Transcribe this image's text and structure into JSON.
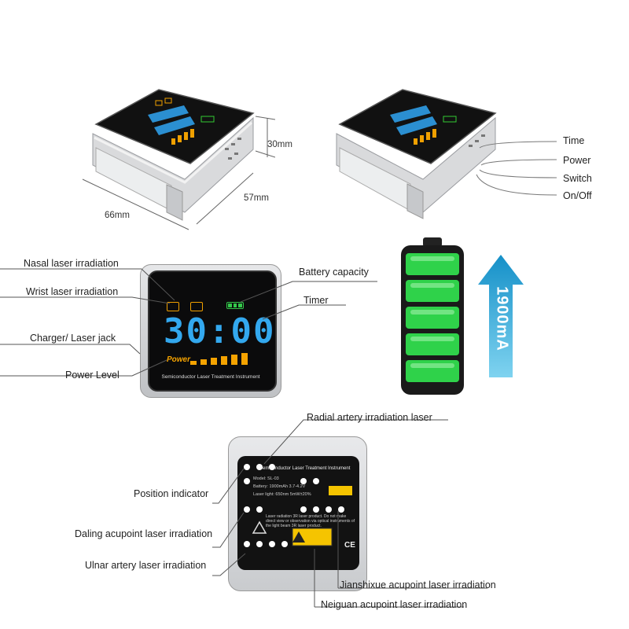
{
  "dimensions": {
    "height": "30mm",
    "width": "57mm",
    "length": "66mm"
  },
  "controls": {
    "time": "Time",
    "power": "Power",
    "switch": "Switch",
    "onoff": "On/Off"
  },
  "front_panel": {
    "nasal": "Nasal laser irradiation",
    "wrist": "Wrist laser irradiation",
    "charger": "Charger/ Laser jack",
    "power_level": "Power Level",
    "battery": "Battery capacity",
    "timer": "Timer",
    "screen_power": "Power",
    "screen_brand": "Semiconductor Laser Treatment Instrument",
    "screen_time": "30:00"
  },
  "battery_graphic": {
    "capacity": "1900mA"
  },
  "back_panel": {
    "radial": "Radial artery irradiation laser",
    "position": "Position indicator",
    "daling": "Daling acupoint laser irradiation",
    "ulnar": "Ulnar artery laser irradiation",
    "jianshixue": "Jianshixue acupoint laser irradiation",
    "neiguan": "Neiguan acupoint laser irradiation",
    "plate_title": "Semiconductor Laser Treatment Instrument",
    "plate_model": "Model: SL-03",
    "plate_battery": "Battery: 1900mAh 3.7-4.2V",
    "plate_light": "Laser light: 650nm 5mW±20%",
    "plate_warning": "Laser radiation 3R laser product. Do not make direct view or observation via optical instruments of the light beam 3R laser product.",
    "plate_ce": "CE"
  },
  "colors": {
    "digits": "#33a8ee",
    "bars": "#f5a300",
    "battery_green": "#2fd24a",
    "arrow": "#1a9fd4"
  }
}
